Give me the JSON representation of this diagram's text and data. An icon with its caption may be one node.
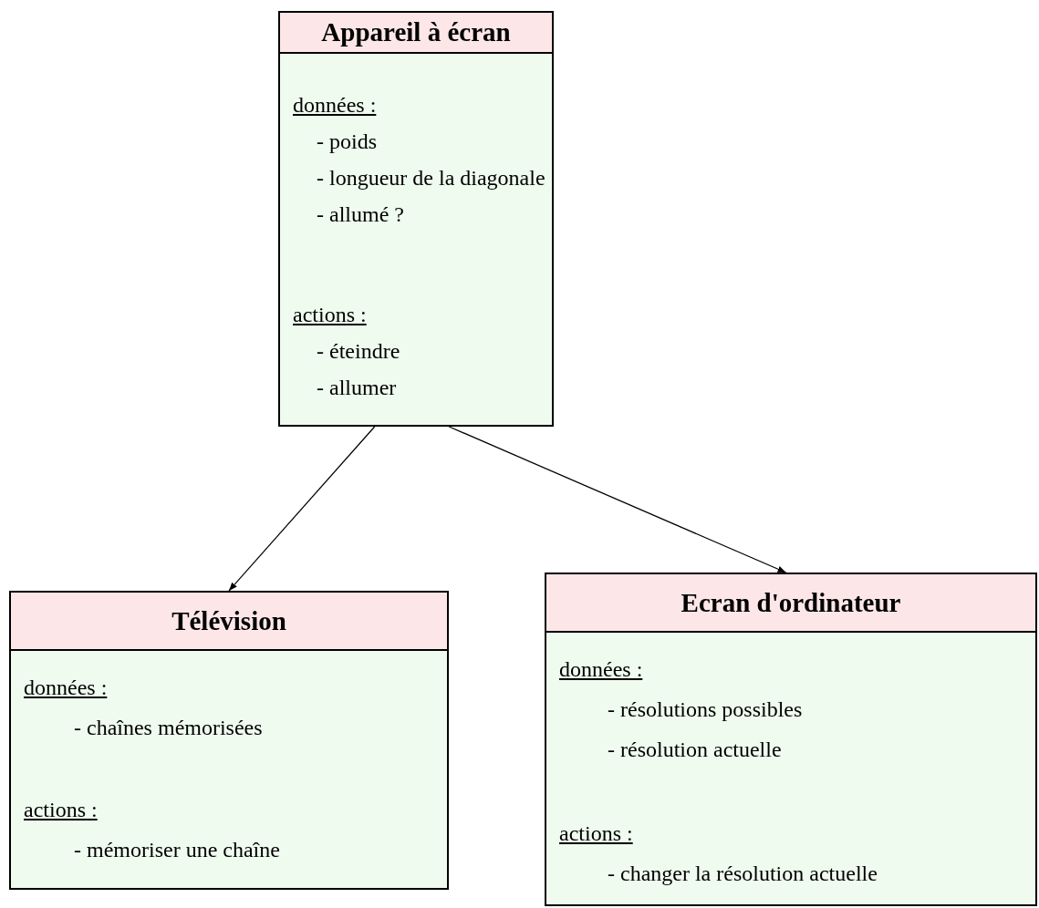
{
  "diagram": {
    "nodes": [
      {
        "text": [
          "Appareil à écran",
          "données :",
          "- poids",
          "- longueur de la diagonale",
          "- allumé ?",
          "actions :",
          "- éteindre",
          "- allumer"
        ]
      },
      {
        "text": [
          "Télévision",
          "données :",
          "- chaînes mémorisées",
          "actions :",
          "- mémoriser une chaîne"
        ]
      },
      {
        "text": [
          "Ecran d'ordinateur",
          "données :",
          "- résolutions possibles",
          "- résolution actuelle",
          "actions :",
          "- changer la résolution actuelle"
        ]
      }
    ],
    "edges": [
      {
        "from": 0,
        "to": 1,
        "arrow": "to"
      },
      {
        "from": 0,
        "to": 2,
        "arrow": "to"
      }
    ]
  }
}
